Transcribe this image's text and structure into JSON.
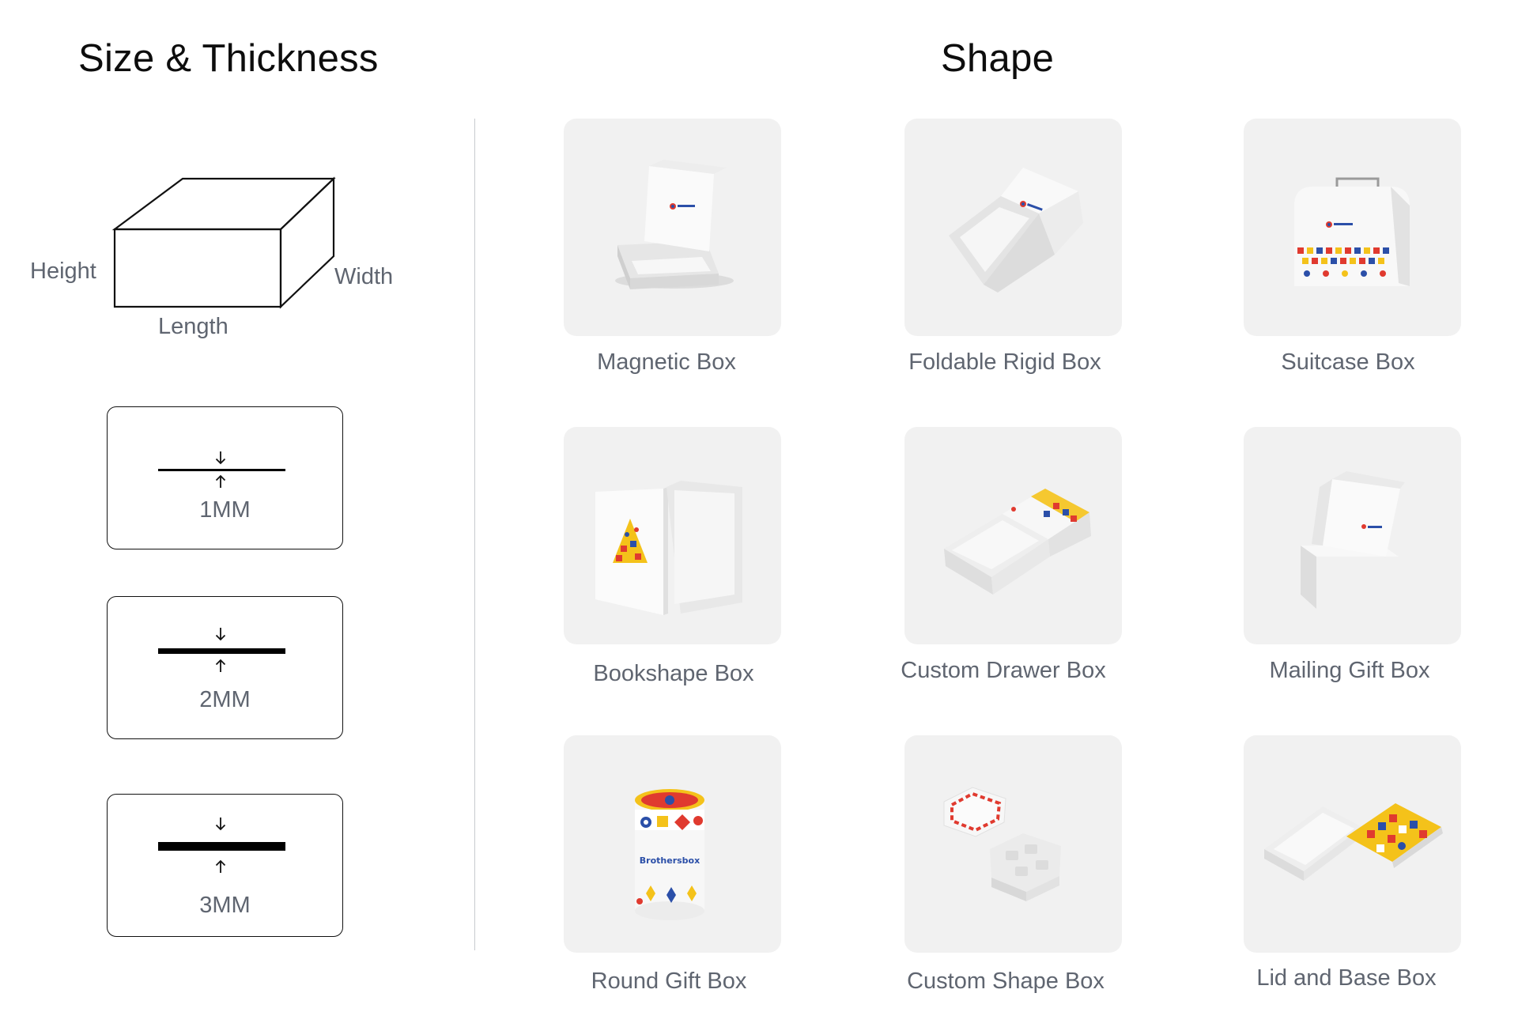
{
  "size_section": {
    "title": "Size & Thickness",
    "dimensions": {
      "height": "Height",
      "width": "Width",
      "length": "Length"
    },
    "thickness_options": [
      {
        "label": "1MM",
        "value_mm": 1
      },
      {
        "label": "2MM",
        "value_mm": 2
      },
      {
        "label": "3MM",
        "value_mm": 3
      }
    ]
  },
  "shape_section": {
    "title": "Shape",
    "items": [
      {
        "label": "Magnetic Box",
        "icon": "magnetic-box-image"
      },
      {
        "label": "Foldable Rigid Box",
        "icon": "foldable-rigid-box-image"
      },
      {
        "label": "Suitcase Box",
        "icon": "suitcase-box-image"
      },
      {
        "label": "Bookshape Box",
        "icon": "bookshape-box-image"
      },
      {
        "label": "Custom Drawer Box",
        "icon": "custom-drawer-box-image"
      },
      {
        "label": "Mailing Gift Box",
        "icon": "mailing-gift-box-image"
      },
      {
        "label": "Round Gift Box",
        "icon": "round-gift-box-image"
      },
      {
        "label": "Custom Shape Box",
        "icon": "custom-shape-box-image"
      },
      {
        "label": "Lid and Base Box",
        "icon": "lid-and-base-box-image"
      }
    ]
  },
  "brand_text": {
    "full": "Brothersbox",
    "short": "Brothersbox"
  },
  "colors": {
    "tile_bg": "#f1f1f1",
    "label_gray": "#5f6570",
    "brand_red": "#e03a2f",
    "brand_yellow": "#f4c21a",
    "brand_blue": "#2b4fa8"
  }
}
